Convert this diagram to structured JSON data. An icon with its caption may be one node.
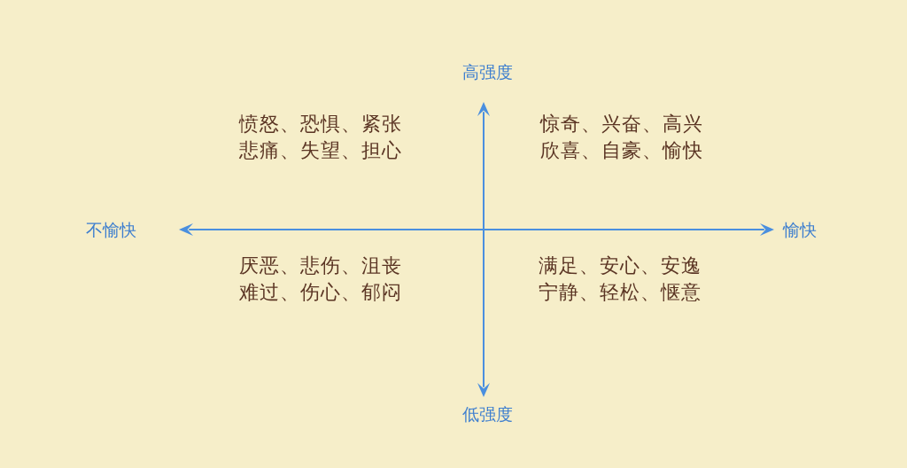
{
  "diagram": {
    "labels": [
      "高强度",
      "愤怒、恐惧、紧张",
      "悲痛、失望、担心",
      "惊奇、兴奋、高兴",
      "欣喜、自豪、愉快",
      "不愉快",
      "愉快",
      "厌恶、悲伤、沮丧",
      "难过、伤心、郁闷",
      "满足、安心、安逸",
      "宁静、轻松、惬意",
      "低强度"
    ]
  }
}
